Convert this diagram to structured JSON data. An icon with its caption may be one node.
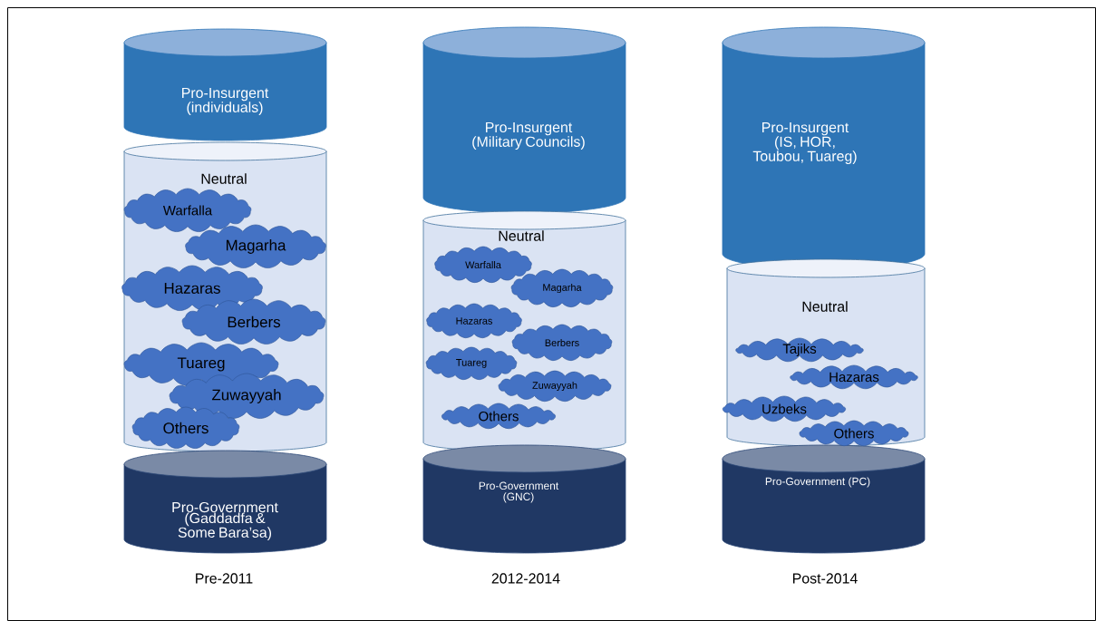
{
  "diagram": {
    "nodes": [
      {
        "text": [
          "Pro-Insurgent (individuals)"
        ]
      },
      {
        "text": [
          "Neutral"
        ]
      },
      {
        "text": [
          "Warfalla"
        ],
        "in": 1
      },
      {
        "text": [
          "Magarha"
        ],
        "in": 1
      },
      {
        "text": [
          "Hazaras"
        ],
        "in": 1
      },
      {
        "text": [
          "Berbers"
        ],
        "in": 1
      },
      {
        "text": [
          "Tuareg"
        ],
        "in": 1
      },
      {
        "text": [
          "Zuwayyah"
        ],
        "in": 1
      },
      {
        "text": [
          "Others"
        ],
        "in": 1
      },
      {
        "text": [
          "Pro-Government (Gaddadfa & Some Bara’sa)"
        ]
      },
      {
        "text": [
          "Pro-Insurgent (Military Councils)"
        ]
      },
      {
        "text": [
          "Neutral"
        ]
      },
      {
        "text": [
          "Warfalla"
        ],
        "in": 11
      },
      {
        "text": [
          "Magarha"
        ],
        "in": 11
      },
      {
        "text": [
          "Hazaras"
        ],
        "in": 11
      },
      {
        "text": [
          "Berbers"
        ],
        "in": 11
      },
      {
        "text": [
          "Tuareg"
        ],
        "in": 11
      },
      {
        "text": [
          "Zuwayyah"
        ],
        "in": 11
      },
      {
        "text": [
          "Others"
        ],
        "in": 11
      },
      {
        "text": [
          "Pro-Government (GNC)"
        ]
      },
      {
        "text": [
          "Pro-Insurgent (IS, HOR, Toubou, Tuareg)"
        ]
      },
      {
        "text": [
          "Neutral"
        ]
      },
      {
        "text": [
          "Tajiks"
        ],
        "in": 21
      },
      {
        "text": [
          "Hazaras"
        ],
        "in": 21
      },
      {
        "text": [
          "Uzbeks"
        ],
        "in": 21
      },
      {
        "text": [
          "Others"
        ],
        "in": 21
      },
      {
        "text": [
          "Pro-Government (PC)"
        ]
      }
    ],
    "labels": [
      "Pre-2011",
      "2012-2014",
      "Post-2014"
    ]
  }
}
